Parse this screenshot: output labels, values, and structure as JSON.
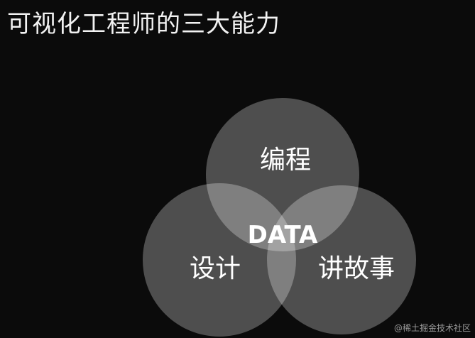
{
  "title": "可视化工程师的三大能力",
  "venn": {
    "center_label": "DATA",
    "circles": [
      {
        "name": "编程"
      },
      {
        "name": "设计"
      },
      {
        "name": "讲故事"
      }
    ]
  },
  "watermark": "@稀土掘金技术社区",
  "colors": {
    "background": "#0b0b0b",
    "circle_fill": "#ffffff",
    "text": "#ffffff"
  }
}
